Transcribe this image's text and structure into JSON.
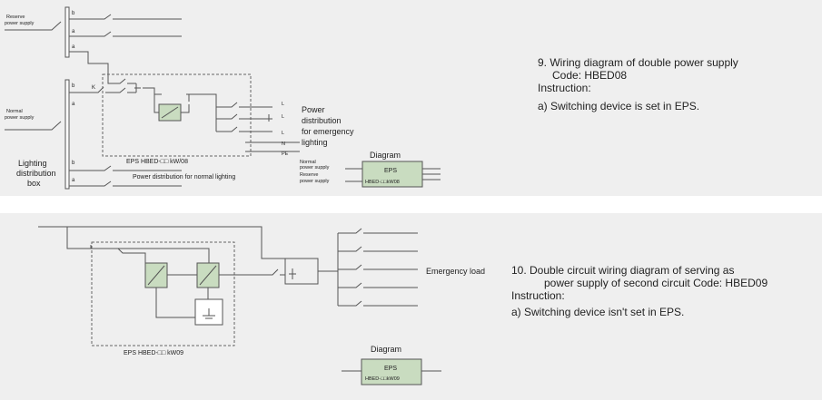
{
  "diagram9": {
    "reserve_supply": "Reserve",
    "reserve_supply2": "power supply",
    "normal_supply": "Normal",
    "normal_supply2": "power supply",
    "lighting_box": [
      "Lighting",
      "distribution",
      "box"
    ],
    "bus_label_b": "b",
    "bus_label_a": "a",
    "bus_label_k": "K",
    "phase_l": "L",
    "phase_n": "N",
    "phase_pe": "PE",
    "emergency_dist": [
      "Power",
      "distribution",
      "for emergency",
      "lighting"
    ],
    "eps_model": "EPS HBED-□□ kW/08",
    "normal_dist": "Power distribution for normal lighting",
    "diagram_title": "Diagram",
    "mini_normal": "Normal",
    "mini_normal2": "power supply",
    "mini_reserve": "Reserve",
    "mini_reserve2": "power supply",
    "mini_eps": "EPS",
    "mini_model": "HBED-□□kW08",
    "desc_title": "9. Wiring diagram of double power supply",
    "desc_code": "Code: HBED08",
    "desc_instr": "Instruction:",
    "desc_item": "a) Switching device is set in EPS."
  },
  "diagram10": {
    "emergency_load": "Emergency load",
    "eps_model": "EPS HBED-□□ kW09",
    "diagram_title": "Diagram",
    "mini_eps": "EPS",
    "mini_model": "HBED-□□kW09",
    "desc_title": "10. Double circuit wiring diagram of serving as",
    "desc_code": "power supply of second circuit Code: HBED09",
    "desc_instr": "Instruction:",
    "desc_item": "a) Switching device isn't set in EPS."
  },
  "colors": {
    "panel_bg": "#efefef",
    "box_fill": "#c9dcc0",
    "line": "#555555"
  }
}
